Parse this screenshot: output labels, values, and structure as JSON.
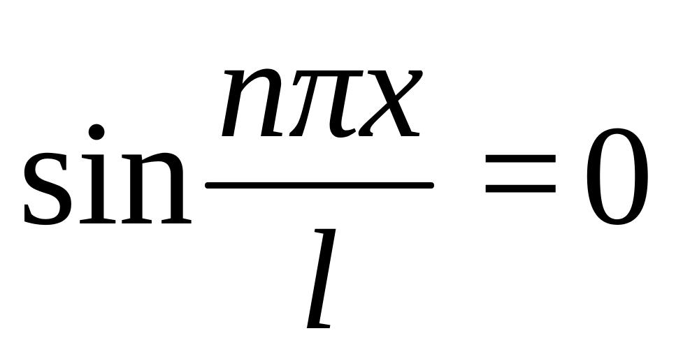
{
  "formula": {
    "function": "sin",
    "numerator": "nπx",
    "denominator": "l",
    "relation": "=",
    "rhs": "0"
  },
  "colors": {
    "text": "#000000",
    "background": "#ffffff"
  }
}
